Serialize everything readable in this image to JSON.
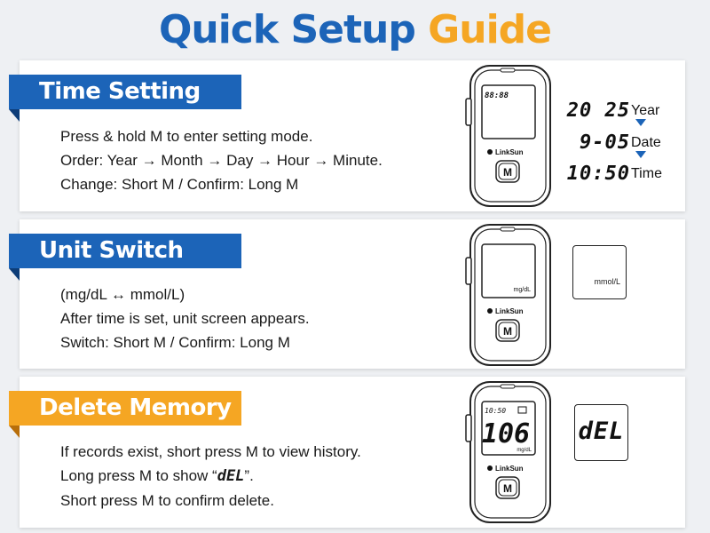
{
  "title": {
    "part1": "Quick Setup",
    "part2": "Guide"
  },
  "sections": [
    {
      "heading": "Time Setting",
      "lines": [
        "Press & hold M to enter setting mode.",
        "Order: Year → Month → Day → Hour → Minute.",
        "Change: Short M / Confirm: Long M"
      ],
      "meter": {
        "display": "88:88",
        "brand": "LinkSun",
        "button": "M"
      },
      "readouts": [
        {
          "value": "20 25",
          "label": "Year"
        },
        {
          "value": "9-05",
          "label": "Date"
        },
        {
          "value": "10:50",
          "label": "Time"
        }
      ]
    },
    {
      "heading": "Unit Switch",
      "lines": [
        "(mg/dL ↔ mmol/L)",
        "After time is set, unit screen appears.",
        "Switch: Short M / Confirm: Long M"
      ],
      "meter": {
        "display_unit": "mg/dL",
        "brand": "LinkSun",
        "button": "M"
      },
      "alt_unit": "mmol/L"
    },
    {
      "heading": "Delete Memory",
      "lines": [
        "If records exist, short press M to view history.",
        "Long press M to show “",
        "”.",
        "Short press M to confirm delete."
      ],
      "del_code": "dEL",
      "meter": {
        "time": "10:50",
        "reading": "106",
        "unit": "mg/dL",
        "brand": "LinkSun",
        "button": "M"
      },
      "alt_display": "dEL"
    }
  ],
  "colors": {
    "blue": "#1c64b8",
    "orange": "#f5a623"
  }
}
